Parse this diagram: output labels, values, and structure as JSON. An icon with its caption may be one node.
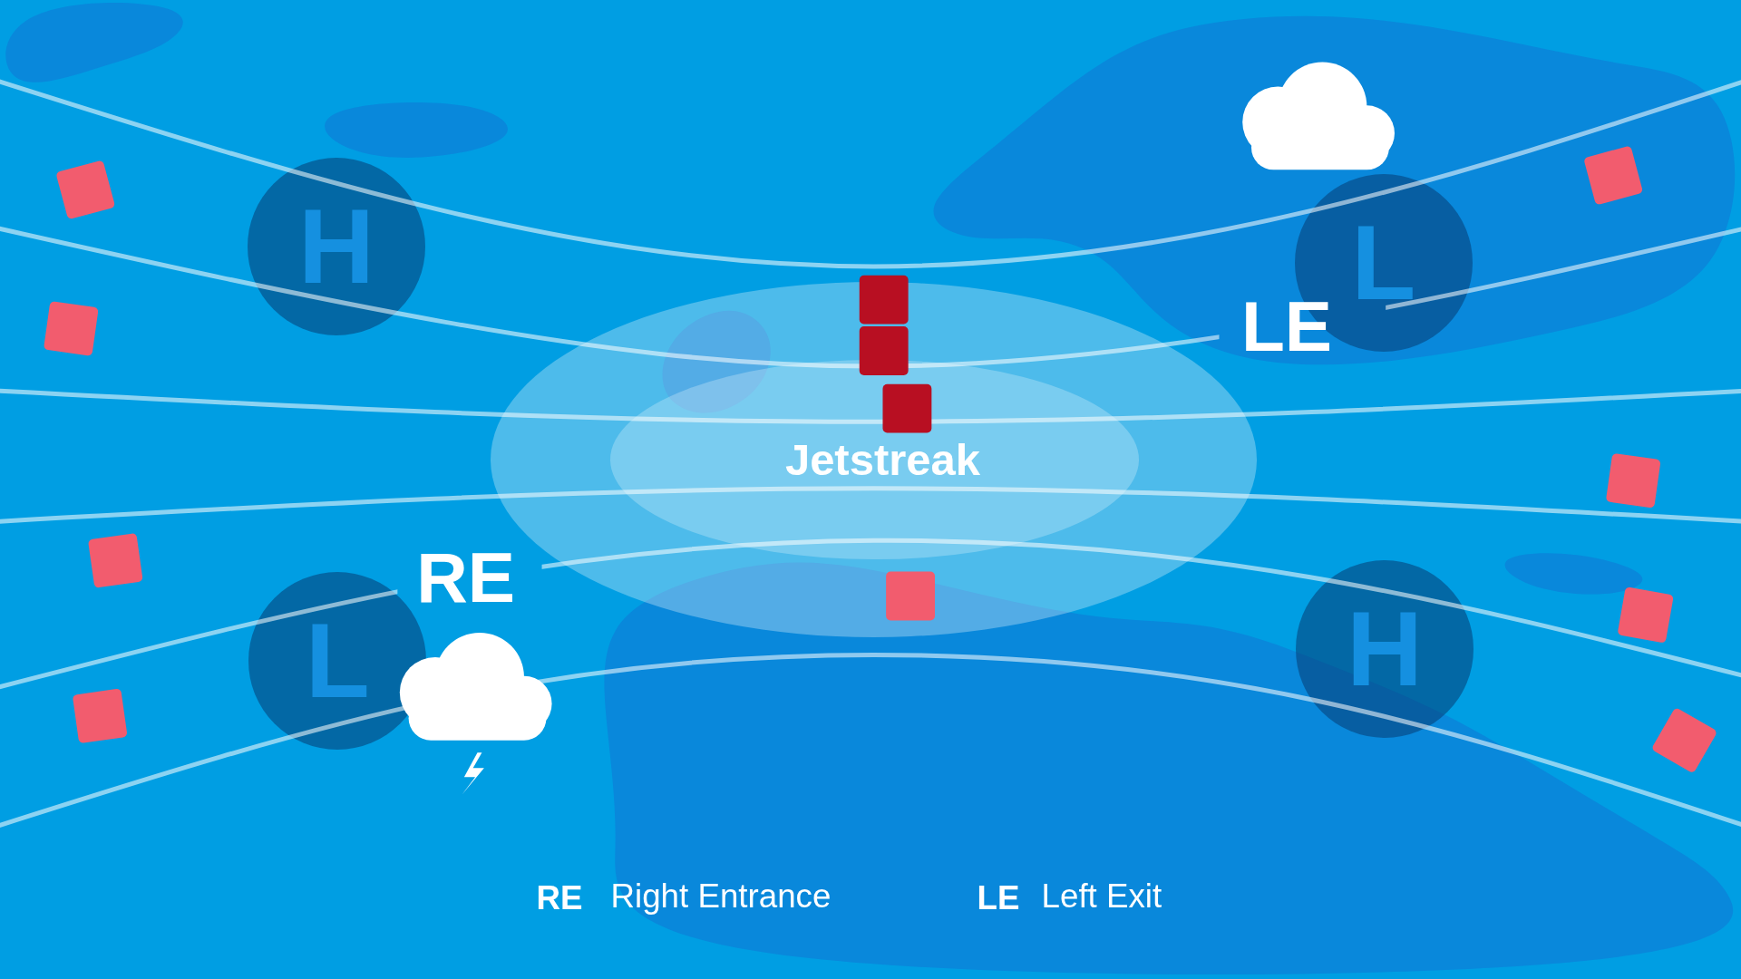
{
  "diagram": {
    "nodes": [
      {
        "text": [
          "H"
        ]
      },
      {
        "text": [
          "L"
        ]
      },
      {
        "text": [],
        "shape": "ellipse"
      },
      {
        "text": [
          "Jetstreak"
        ],
        "in": 2
      },
      {
        "text": [
          "L"
        ]
      },
      {
        "text": [
          "H"
        ]
      }
    ],
    "labels": [
      "LE",
      "RE",
      "RE",
      "Right Entrance",
      "LE",
      "Left Exit"
    ]
  }
}
